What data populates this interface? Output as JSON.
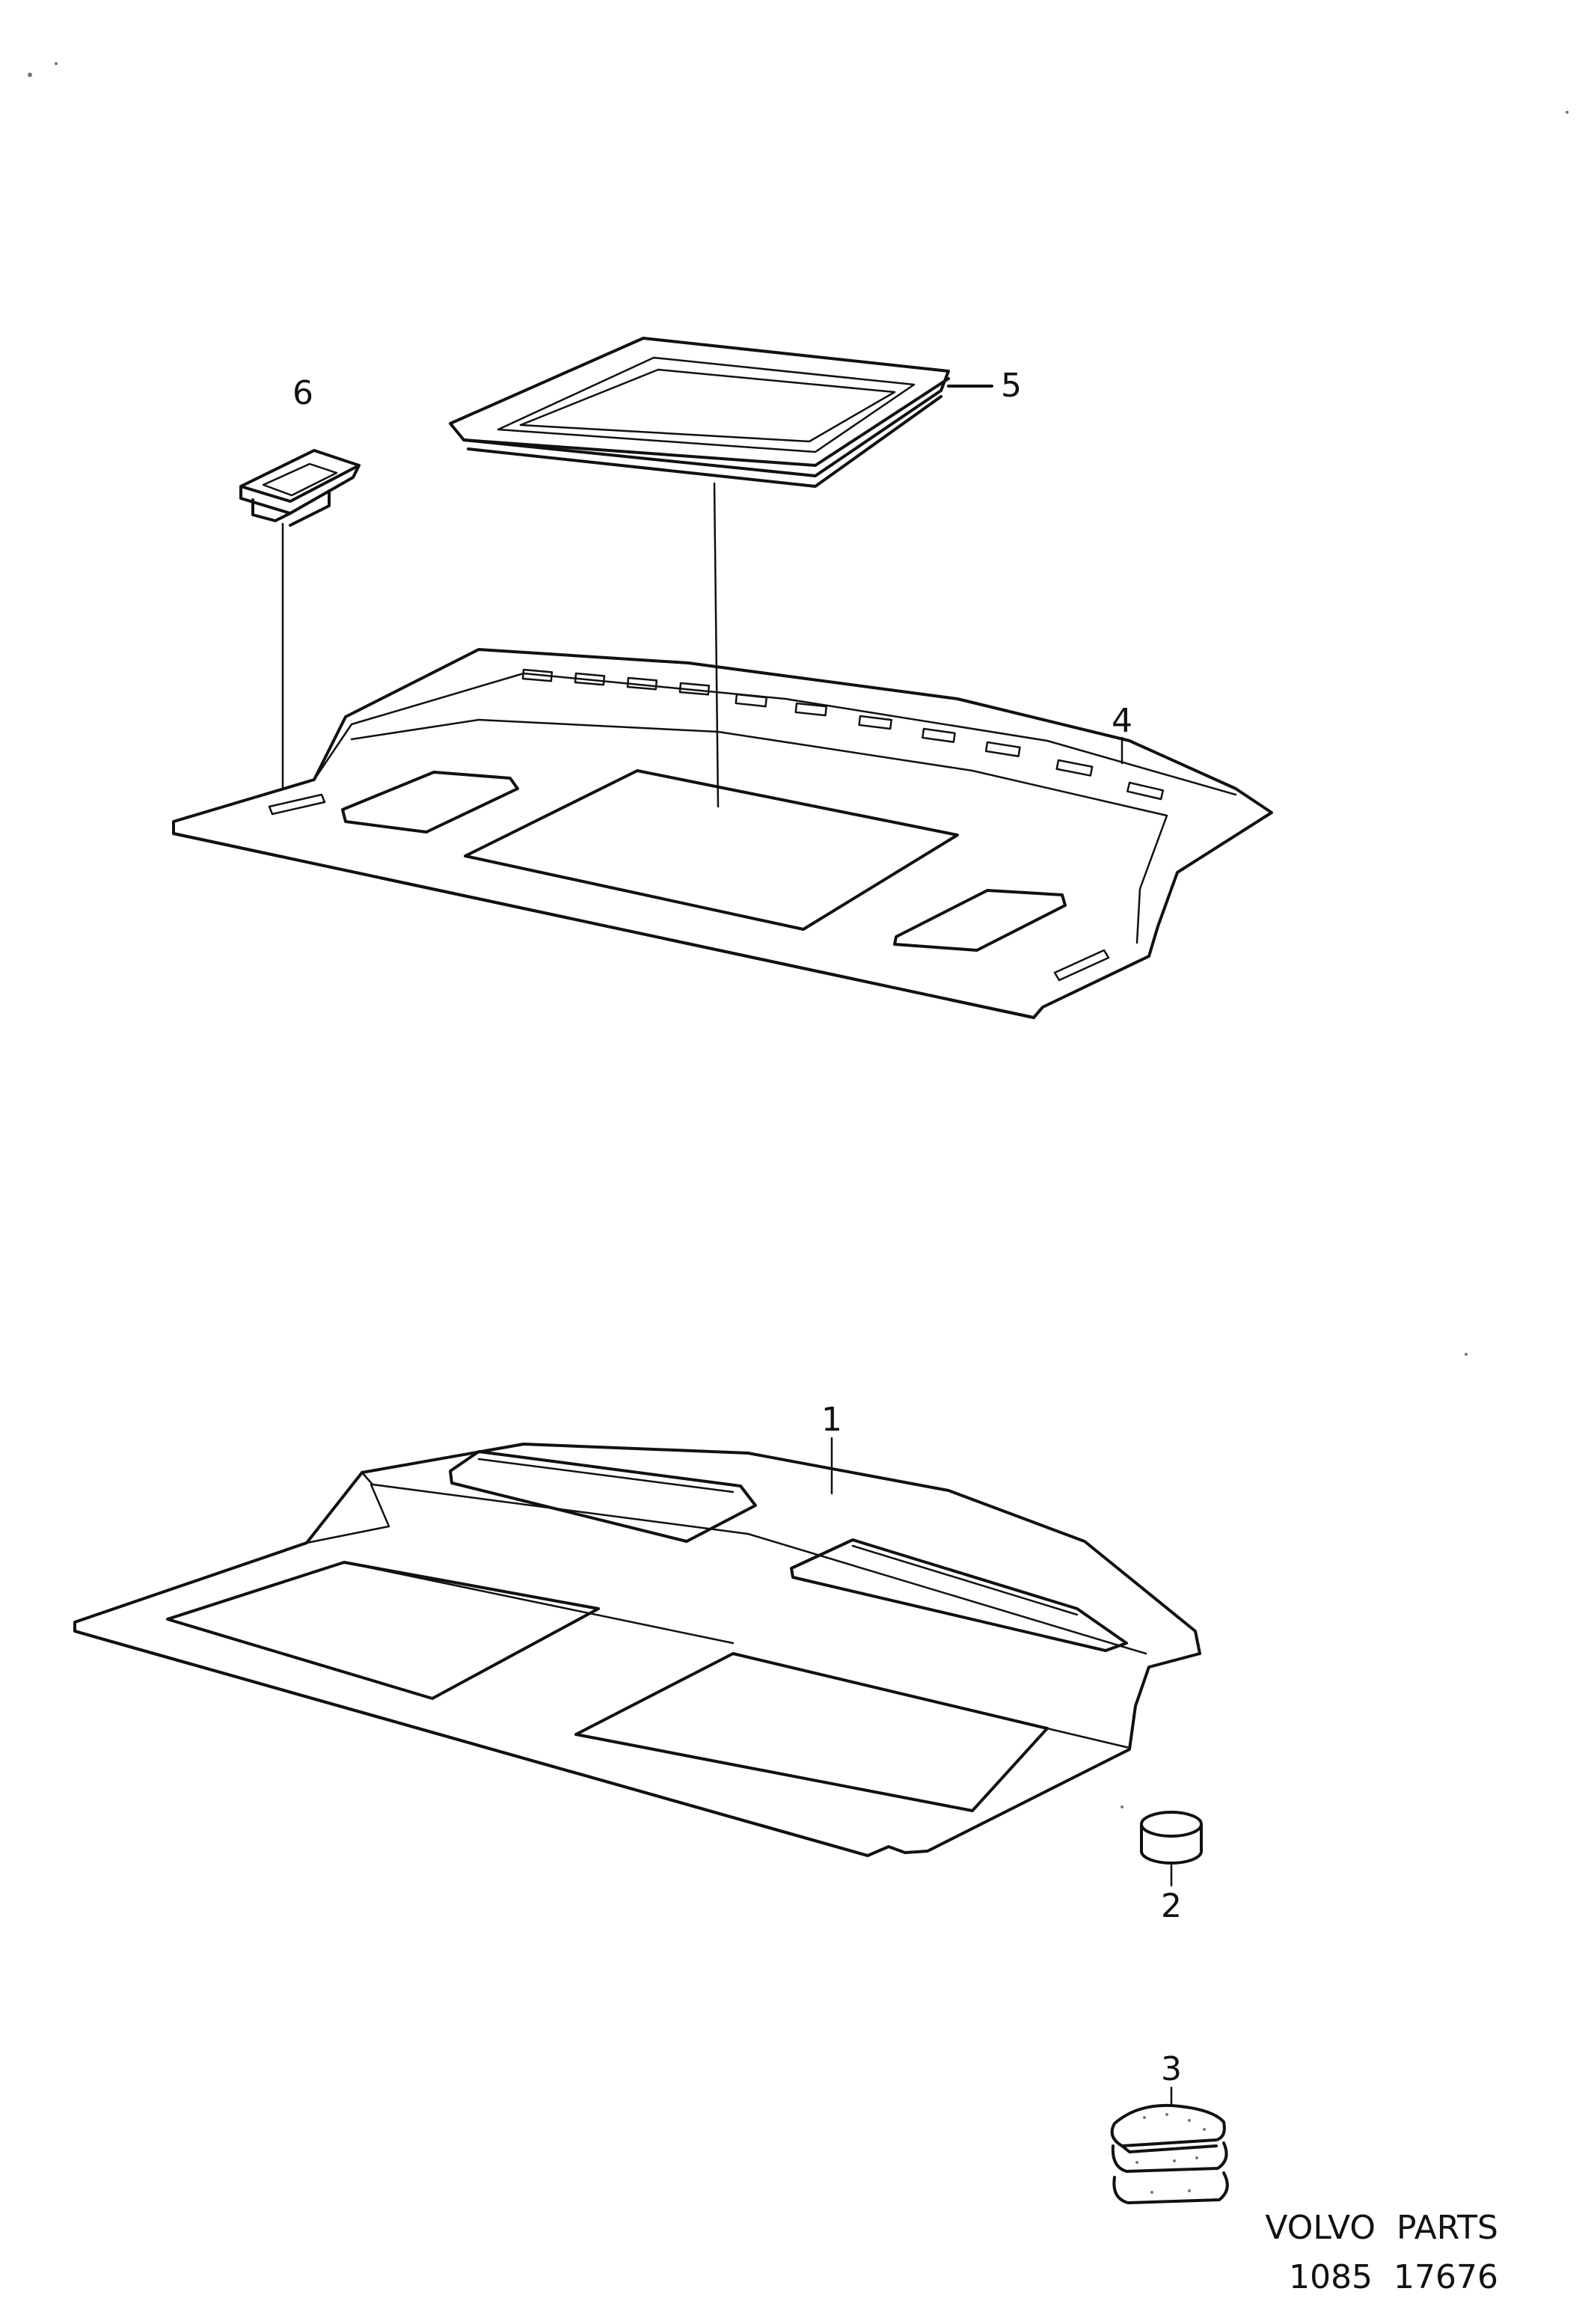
{
  "parts": [
    {
      "id": "1",
      "label": "1"
    },
    {
      "id": "2",
      "label": "2"
    },
    {
      "id": "3",
      "label": "3"
    },
    {
      "id": "4",
      "label": "4"
    },
    {
      "id": "5",
      "label": "5"
    },
    {
      "id": "6",
      "label": "6"
    }
  ],
  "caption": {
    "brand": "VOLVO  PARTS",
    "number": "1085  17676"
  }
}
